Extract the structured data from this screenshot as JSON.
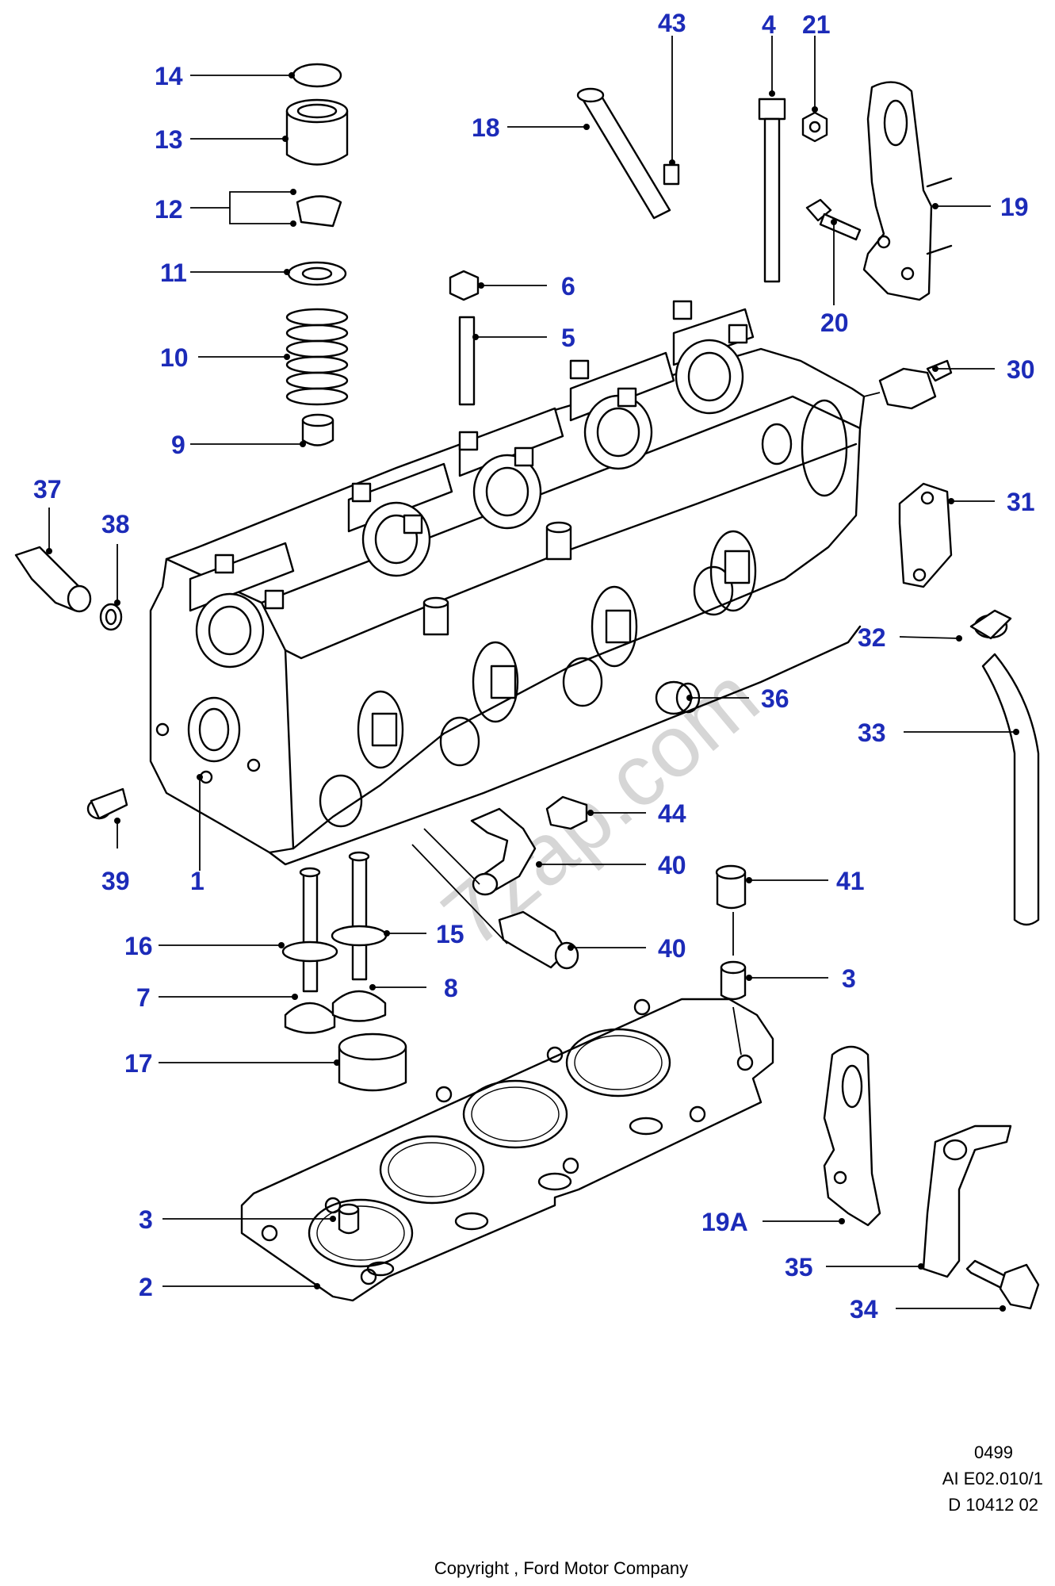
{
  "watermark": "7zap.com",
  "labels": {
    "p1": "1",
    "p2": "2",
    "p3a": "3",
    "p3b": "3",
    "p4": "4",
    "p5": "5",
    "p6": "6",
    "p7": "7",
    "p8": "8",
    "p9": "9",
    "p10": "10",
    "p11": "11",
    "p12": "12",
    "p13": "13",
    "p14": "14",
    "p15": "15",
    "p16": "16",
    "p17": "17",
    "p18": "18",
    "p19": "19",
    "p19a": "19A",
    "p20": "20",
    "p21": "21",
    "p30": "30",
    "p31": "31",
    "p32": "32",
    "p33": "33",
    "p34": "34",
    "p35": "35",
    "p36": "36",
    "p37": "37",
    "p38": "38",
    "p39": "39",
    "p40a": "40",
    "p40b": "40",
    "p41": "41",
    "p43": "43",
    "p44": "44"
  },
  "reference": {
    "line1": "0499",
    "line2": "AI E02.010/1",
    "line3": "D 10412 02"
  },
  "copyright": "Copyright , Ford Motor Company",
  "colors": {
    "label": "#1c2bb8",
    "line": "#000000"
  }
}
